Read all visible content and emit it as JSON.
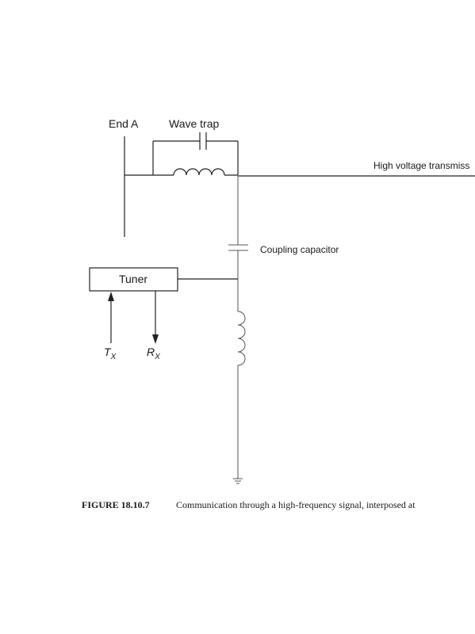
{
  "labels": {
    "end_a": "End A",
    "wave_trap": "Wave trap",
    "line": "High voltage transmiss",
    "coupling_capacitor": "Coupling capacitor",
    "tuner": "Tuner",
    "tx_main": "T",
    "tx_sub": "X",
    "rx_main": "R",
    "rx_sub": "X"
  },
  "caption": {
    "number": "FIGURE 18.10.7",
    "text": "Communication through a high-frequency signal, interposed at"
  }
}
